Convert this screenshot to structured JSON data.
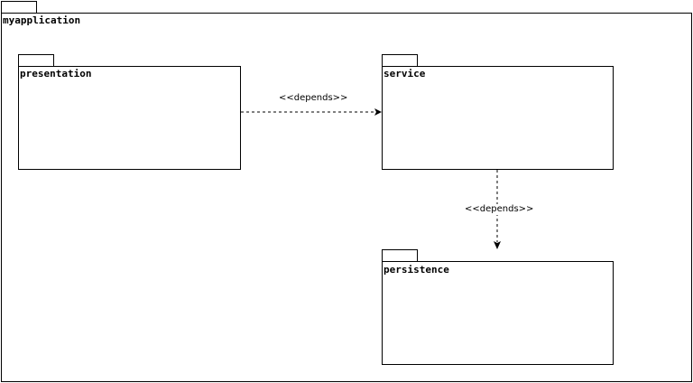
{
  "diagram": {
    "container": {
      "name": "myapplication"
    },
    "packages": {
      "presentation": {
        "name": "presentation"
      },
      "service": {
        "name": "service"
      },
      "persistence": {
        "name": "persistence"
      }
    },
    "dependencies": [
      {
        "from": "presentation",
        "to": "service",
        "label": "<<depends>>"
      },
      {
        "from": "service",
        "to": "persistence",
        "label": "<<depends>>"
      }
    ]
  }
}
